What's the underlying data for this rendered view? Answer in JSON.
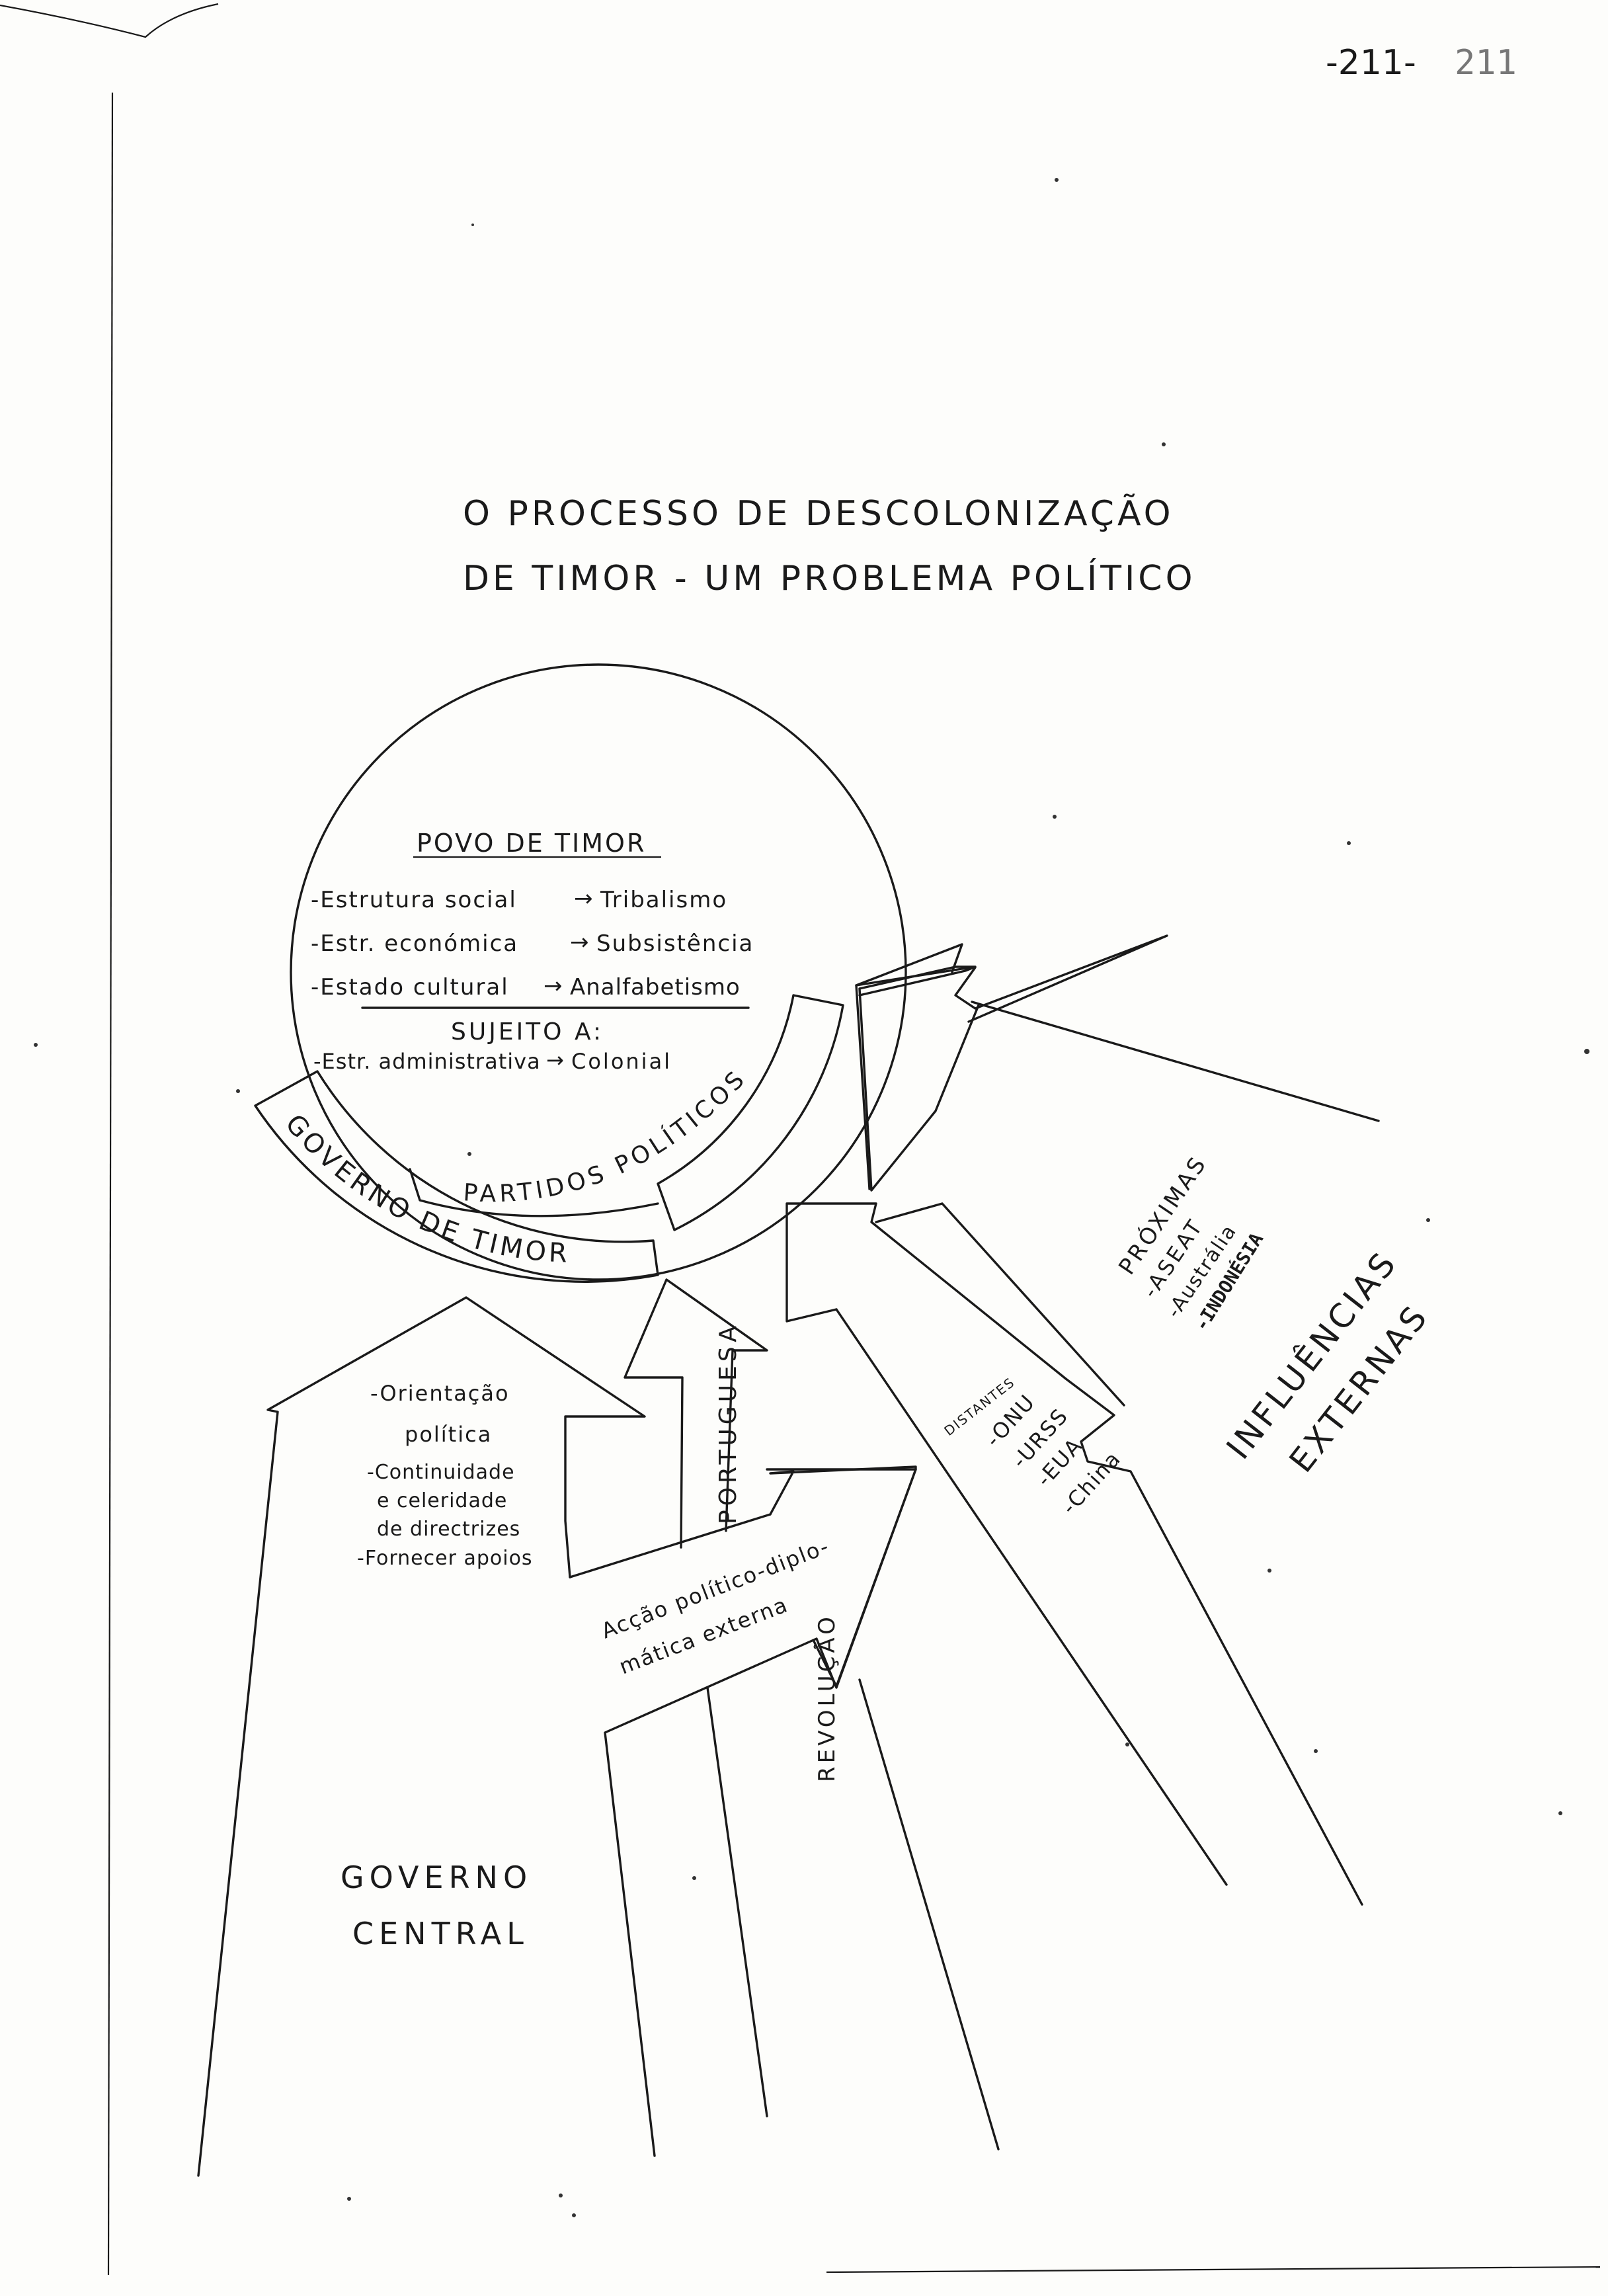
{
  "page": {
    "number_printed": "-211-",
    "number_handwritten": "211"
  },
  "title": {
    "line1": "O PROCESSO DE DESCOLONIZAÇÃO",
    "line2": "DE TIMOR - UM PROBLEMA POLÍTICO"
  },
  "circle": {
    "heading": "POVO DE TIMOR",
    "rows": [
      {
        "left": "-Estrutura social",
        "right": "Tribalismo"
      },
      {
        "left": "-Estr. económica",
        "right": "Subsistência"
      },
      {
        "left": "-Estado cultural",
        "right": "Analfabetismo"
      }
    ],
    "subject_heading": "SUJEITO A:",
    "subject_row": {
      "left": "-Estr. administrativa",
      "right": "Colonial"
    }
  },
  "bands": {
    "governo_timor": "GOVERNO DE TIMOR",
    "partidos": "PARTIDOS POLÍTICOS"
  },
  "governo_central": {
    "label_line1": "GOVERNO",
    "label_line2": "CENTRAL",
    "items": [
      "-Orientação",
      "política",
      "-Continuidade",
      "e celeridade",
      "de directrizes",
      "-Fornecer apoios"
    ]
  },
  "arrows": {
    "portuguesa": "PORTUGUESA",
    "revolucao": "REVOLUÇÃO",
    "accao_line1": "Acção político-diplo-",
    "accao_line2": "mática externa"
  },
  "distantes": {
    "heading": "DISTANTES",
    "items": [
      "-ONU",
      "-URSS",
      "-EUA",
      "-China"
    ]
  },
  "proximas": {
    "heading": "PRÓXIMAS",
    "items": [
      "-ASEAT",
      "-Austrália",
      "-INDONÉSIA"
    ]
  },
  "influencias": {
    "line1": "INFLUÊNCIAS",
    "line2": "EXTERNAS"
  }
}
